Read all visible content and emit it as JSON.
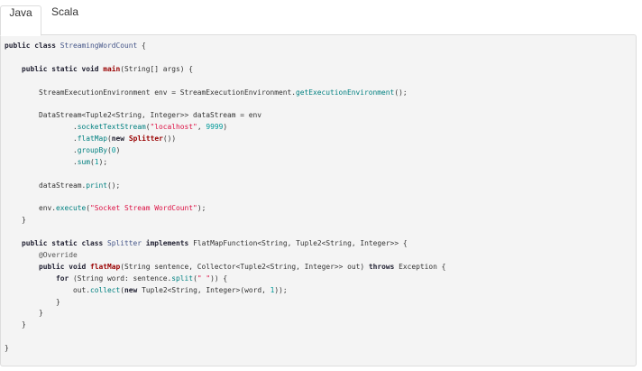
{
  "tabs": [
    {
      "label": "Java",
      "active": true
    },
    {
      "label": "Scala",
      "active": false
    }
  ],
  "code": [
    [
      [
        "kw",
        "public class "
      ],
      [
        "cls",
        "StreamingWordCount"
      ],
      [
        "pl",
        " {"
      ]
    ],
    [],
    [
      [
        "pl",
        "    "
      ],
      [
        "kw",
        "public static void "
      ],
      [
        "fn",
        "main"
      ],
      [
        "pl",
        "(String[] args) {"
      ]
    ],
    [],
    [
      [
        "pl",
        "        StreamExecutionEnvironment env = StreamExecutionEnvironment."
      ],
      [
        "call",
        "getExecutionEnvironment"
      ],
      [
        "pl",
        "();"
      ]
    ],
    [],
    [
      [
        "pl",
        "        DataStream<Tuple2<String, Integer>> dataStream = env"
      ]
    ],
    [
      [
        "pl",
        "                ."
      ],
      [
        "call",
        "socketTextStream"
      ],
      [
        "pl",
        "("
      ],
      [
        "str",
        "\"localhost\""
      ],
      [
        "pl",
        ", "
      ],
      [
        "num",
        "9999"
      ],
      [
        "pl",
        ")"
      ]
    ],
    [
      [
        "pl",
        "                ."
      ],
      [
        "call",
        "flatMap"
      ],
      [
        "pl",
        "("
      ],
      [
        "kw",
        "new "
      ],
      [
        "fn",
        "Splitter"
      ],
      [
        "pl",
        "())"
      ]
    ],
    [
      [
        "pl",
        "                ."
      ],
      [
        "call",
        "groupBy"
      ],
      [
        "pl",
        "("
      ],
      [
        "num",
        "0"
      ],
      [
        "pl",
        ")"
      ]
    ],
    [
      [
        "pl",
        "                ."
      ],
      [
        "call",
        "sum"
      ],
      [
        "pl",
        "("
      ],
      [
        "num",
        "1"
      ],
      [
        "pl",
        ");"
      ]
    ],
    [],
    [
      [
        "pl",
        "        dataStream."
      ],
      [
        "call",
        "print"
      ],
      [
        "pl",
        "();"
      ]
    ],
    [],
    [
      [
        "pl",
        "        env."
      ],
      [
        "call",
        "execute"
      ],
      [
        "pl",
        "("
      ],
      [
        "str",
        "\"Socket Stream WordCount\""
      ],
      [
        "pl",
        ");"
      ]
    ],
    [
      [
        "pl",
        "    }"
      ]
    ],
    [],
    [
      [
        "pl",
        "    "
      ],
      [
        "kw",
        "public static class "
      ],
      [
        "cls",
        "Splitter"
      ],
      [
        "kw",
        " implements "
      ],
      [
        "pl",
        "FlatMapFunction<String, Tuple2<String, Integer>> {"
      ]
    ],
    [
      [
        "pl",
        "        "
      ],
      [
        "ann",
        "@Override"
      ]
    ],
    [
      [
        "pl",
        "        "
      ],
      [
        "kw",
        "public void "
      ],
      [
        "fn",
        "flatMap"
      ],
      [
        "pl",
        "(String sentence, Collector<Tuple2<String, Integer>> out) "
      ],
      [
        "kw",
        "throws "
      ],
      [
        "pl",
        "Exception {"
      ]
    ],
    [
      [
        "pl",
        "            "
      ],
      [
        "kw",
        "for "
      ],
      [
        "pl",
        "(String word: sentence."
      ],
      [
        "call",
        "split"
      ],
      [
        "pl",
        "("
      ],
      [
        "str",
        "\" \""
      ],
      [
        "pl",
        ")) {"
      ]
    ],
    [
      [
        "pl",
        "                out."
      ],
      [
        "call",
        "collect"
      ],
      [
        "pl",
        "("
      ],
      [
        "kw",
        "new "
      ],
      [
        "pl",
        "Tuple2<String, Integer>(word, "
      ],
      [
        "num",
        "1"
      ],
      [
        "pl",
        "));"
      ]
    ],
    [
      [
        "pl",
        "            }"
      ]
    ],
    [
      [
        "pl",
        "        }"
      ]
    ],
    [
      [
        "pl",
        "    }"
      ]
    ],
    [],
    [
      [
        "pl",
        "}"
      ]
    ]
  ]
}
